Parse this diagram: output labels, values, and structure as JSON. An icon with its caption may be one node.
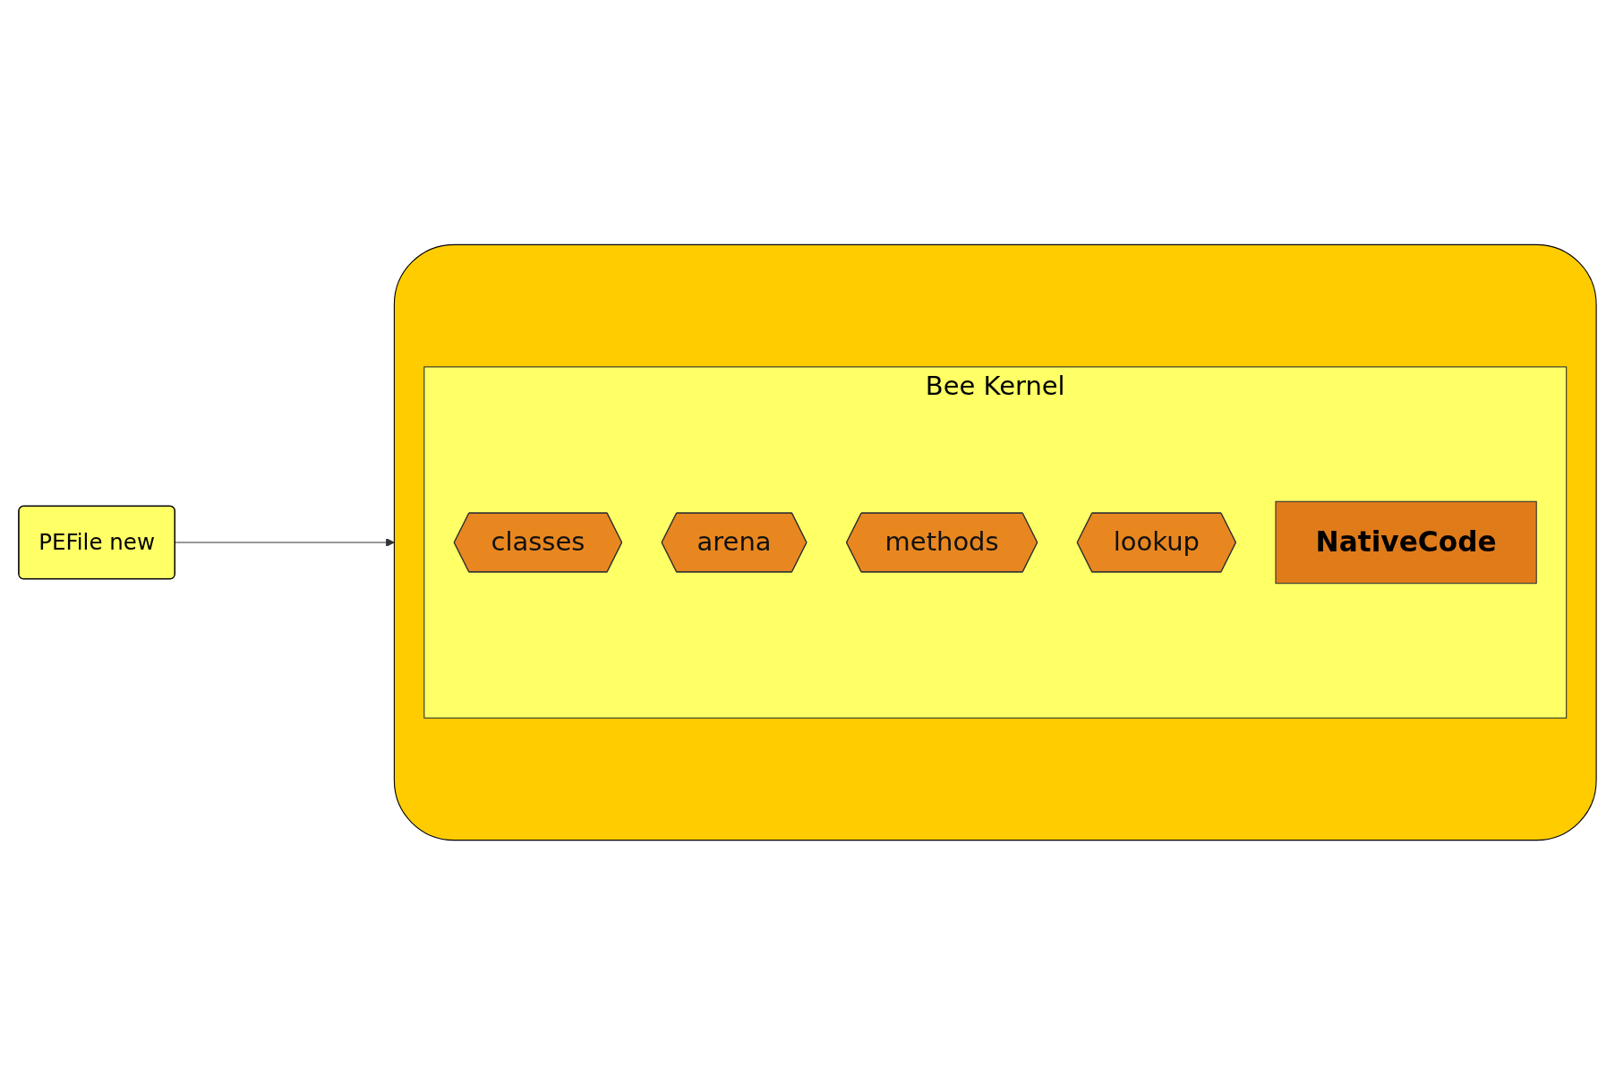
{
  "diagram": {
    "nodes": [
      {
        "text": [
          "PEFile new"
        ]
      },
      {
        "text": [],
        "shape": "box"
      },
      {
        "text": [
          "Bee Kernel"
        ],
        "in": 1
      },
      {
        "text": [
          "classes"
        ],
        "in": 2
      },
      {
        "text": [
          "arena"
        ],
        "in": 2
      },
      {
        "text": [
          "methods"
        ],
        "in": 2
      },
      {
        "text": [
          "lookup"
        ],
        "in": 2
      },
      {
        "text": [
          "NativeCode"
        ],
        "in": 2
      }
    ],
    "edges": [
      {
        "from": 0,
        "to": 1,
        "arrow": "to"
      }
    ]
  }
}
